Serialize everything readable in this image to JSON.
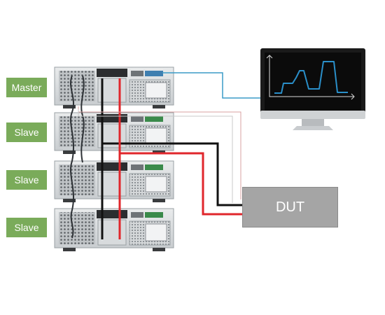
{
  "units": {
    "master_label": "Master",
    "slave_labels": [
      "Slave",
      "Slave",
      "Slave"
    ]
  },
  "dut": {
    "label": "DUT"
  },
  "monitor": {
    "screen_color": "#0b0b0b",
    "waveform_color": "#2a8fc9"
  },
  "colors": {
    "label_bg": "#7aab5a",
    "positive_cable": "#e0262b",
    "negative_cable": "#111111",
    "data_cable": "#3a9cc7",
    "sync_cable": "#d9a0a0",
    "dut_bg": "#a5a5a5"
  },
  "icons": [
    "power-supply-unit",
    "monitor-icon",
    "waveform-icon"
  ]
}
